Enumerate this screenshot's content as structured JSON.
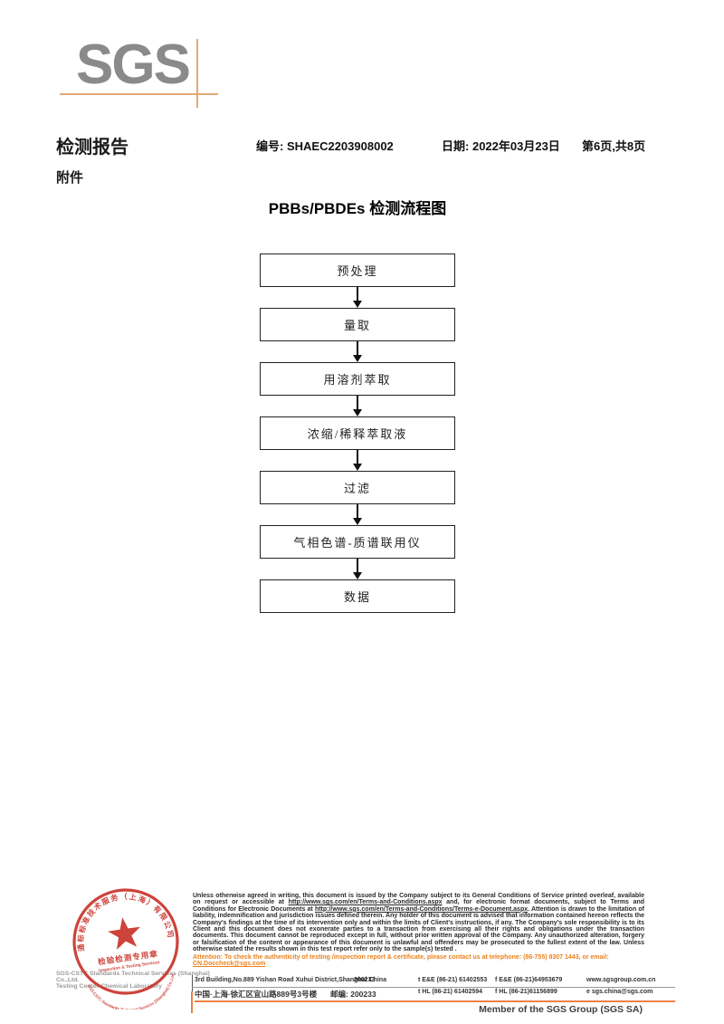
{
  "header": {
    "logo": "SGS",
    "report_title": "检测报告",
    "report_no_label": "编号:",
    "report_no_value": "SHAEC2203908002",
    "date_label": "日期:",
    "date_value": "2022年03月23日",
    "page_info": "第6页,共8页",
    "attachment_label": "附件"
  },
  "flowchart": {
    "title": "PBBs/PBDEs 检测流程图",
    "steps": [
      "预处理",
      "量取",
      "用溶剂萃取",
      "浓缩/稀释萃取液",
      "过滤",
      "气相色谱-质谱联用仪",
      "数据"
    ]
  },
  "seal": {
    "company_cn": "通标标准技术服务（上海）有限公司",
    "company_en": "SGS-CSTC Standards Technical Services (Shanghai) Co.,Ltd.",
    "chop_line1": "检验检测专用章",
    "chop_line2": "Inspection & Testing Services"
  },
  "footer": {
    "company_line1": "SGS-CSTC Standards Technical Services (Shanghai) Co.,Ltd.",
    "company_line2": "Testing Center-Chemical Laboratory",
    "disclaimer": {
      "part1": "Unless otherwise agreed in writing, this document is issued by the Company subject to its General Conditions of Service printed overleaf, available on request or accessible at ",
      "url1": "http://www.sgs.com/en/Terms-and-Conditions.aspx",
      "part2": " and, for electronic format documents, subject to Terms and Conditions for Electronic Documents at ",
      "url2": "http://www.sgs.com/en/Terms-and-Conditions/Terms-e-Document.aspx",
      "part3": ". Attention is drawn to the limitation of liability, indemnification and jurisdiction issues defined therein. Any holder of this document is advised that information contained hereon reflects the Company's findings at the time of its intervention only and within the limits of Client's instructions, if any. The Company's sole responsibility is to its Client and this document does not exonerate parties to a transaction from exercising all their rights and obligations under the transaction documents. This document cannot be reproduced except in full, without prior written approval of the Company. Any unauthorized alteration, forgery or falsification of the content or appearance of this document is unlawful and offenders may be prosecuted to the fullest extent of the law. Unless otherwise stated the results shown in this test report refer only to the sample(s) tested ."
    },
    "attention": {
      "line": "Attention: To check the authenticity of testing /inspection report & certificate, please contact us at telephone: (86-755) 8307 1443, or email: ",
      "email": "CN.Doccheck@sgs.com"
    },
    "address_en": {
      "address": "3rd Building,No.889 Yishan Road Xuhui District,Shanghai China",
      "postcode": "200233",
      "tel": "t E&E (86-21) 61402553",
      "fax": "f E&E (86-21)64953679",
      "web": "www.sgsgroup.com.cn"
    },
    "address_cn": {
      "address": "中国·上海·徐汇区宜山路889号3号楼",
      "postcode_label": "邮编:",
      "postcode": "200233",
      "tel": "t HL (86-21) 61402594",
      "fax": "f HL (86-21)61156899",
      "web": "e sgs.china@sgs.com"
    },
    "member": "Member of the SGS Group (SGS SA)"
  },
  "colors": {
    "logo_gray": "#8a8a8a",
    "crosshair_tan": "#e2aa75",
    "footer_orange": "#ee8044",
    "attention_orange": "#e8821e",
    "seal_red": "#c9342b"
  }
}
